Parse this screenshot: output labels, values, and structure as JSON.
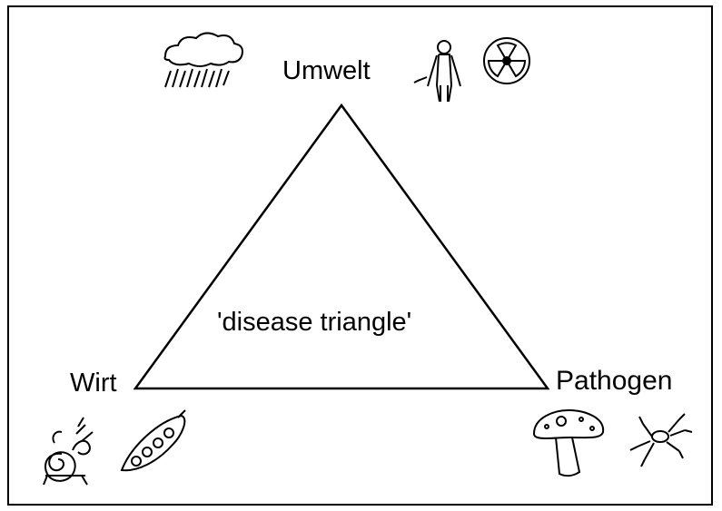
{
  "labels": {
    "top": "Umwelt",
    "left": "Wirt",
    "right": "Pathogen",
    "center": "'disease triangle'"
  },
  "icons": {
    "top": [
      "rain-cloud-icon",
      "human-figure-icon",
      "radiation-icon"
    ],
    "left": [
      "snail-plant-icon",
      "pea-pod-icon"
    ],
    "right": [
      "mushroom-icon",
      "insect-icon"
    ]
  },
  "colors": {
    "line": "#000000",
    "background": "#ffffff"
  }
}
